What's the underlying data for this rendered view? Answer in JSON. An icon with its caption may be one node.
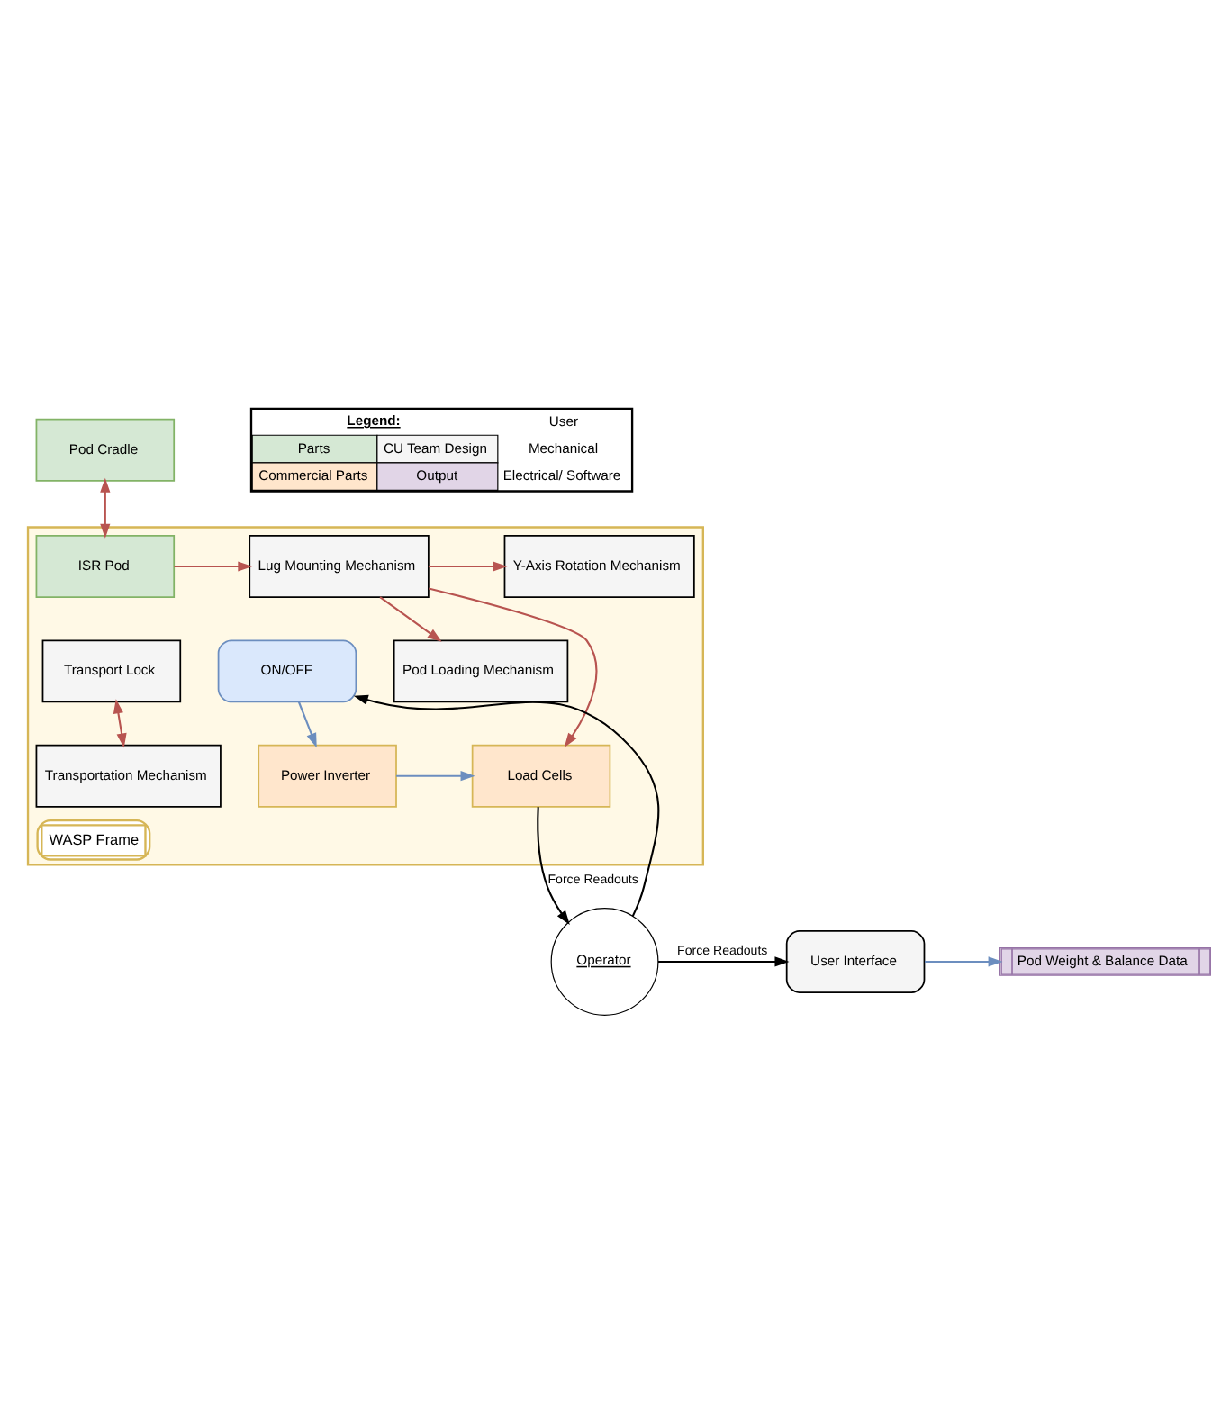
{
  "diagram": {
    "nodes": [
      {
        "text": [
          "Pod Cradle"
        ]
      },
      {
        "text": [
          "WASP Frame"
        ]
      },
      {
        "text": [
          "ISR Pod"
        ],
        "in": 1
      },
      {
        "text": [
          "Lug Mounting Mechanism"
        ],
        "in": 1
      },
      {
        "text": [
          "Y-Axis Rotation Mechanism"
        ],
        "in": 1
      },
      {
        "text": [
          "Pod Loading Mechanism"
        ],
        "in": 1
      },
      {
        "text": [
          "Transport Lock"
        ],
        "in": 1
      },
      {
        "text": [
          "Load Cells"
        ],
        "in": 1
      },
      {
        "text": [
          "Power Inverter"
        ],
        "in": 1
      },
      {
        "text": [
          "Transportation Mechanism"
        ],
        "in": 1
      },
      {
        "text": [
          "ON/OFF"
        ],
        "in": 1
      },
      {
        "text": [
          "Operator"
        ]
      },
      {
        "text": [
          "User Interface"
        ]
      },
      {
        "text": [
          "Pod Weight & Balance Data"
        ]
      }
    ],
    "edges": [
      {
        "from": 0,
        "to": 2,
        "arrow": "both"
      },
      {
        "from": 2,
        "to": 3,
        "arrow": "to"
      },
      {
        "from": 3,
        "to": 4,
        "arrow": "to"
      },
      {
        "from": 3,
        "to": 5,
        "arrow": "to"
      },
      {
        "from": 3,
        "to": 7,
        "arrow": "to"
      },
      {
        "from": 6,
        "to": 9,
        "arrow": "both"
      },
      {
        "from": 8,
        "to": 7,
        "arrow": "to",
        "color": "#6c8ebf"
      },
      {
        "from": 10,
        "to": 8,
        "arrow": "to",
        "color": "#6c8ebf"
      },
      {
        "from": 7,
        "to": 11,
        "arrow": "to",
        "label": "Force Readouts",
        "color": "#000000"
      },
      {
        "from": 11,
        "to": 10,
        "arrow": "to",
        "color": "#000000"
      },
      {
        "from": 11,
        "to": 12,
        "arrow": "to",
        "label": "Force Readouts",
        "color": "#000000"
      },
      {
        "from": 12,
        "to": 13,
        "arrow": "to",
        "color": "#6c8ebf"
      }
    ],
    "labels": [
      "Legend:"
    ],
    "legend": [
      {
        "text": "Parts",
        "color": "#d5e8d4"
      },
      {
        "text": "CU Team Design",
        "color": "#f5f5f5"
      },
      {
        "text": "Commercial Parts",
        "color": "#ffe6cc"
      },
      {
        "text": "Output",
        "color": "#e1d5e7"
      },
      {
        "text": "User"
      },
      {
        "text": "Mechanical"
      },
      {
        "text": "Electrical/ Software"
      }
    ]
  }
}
